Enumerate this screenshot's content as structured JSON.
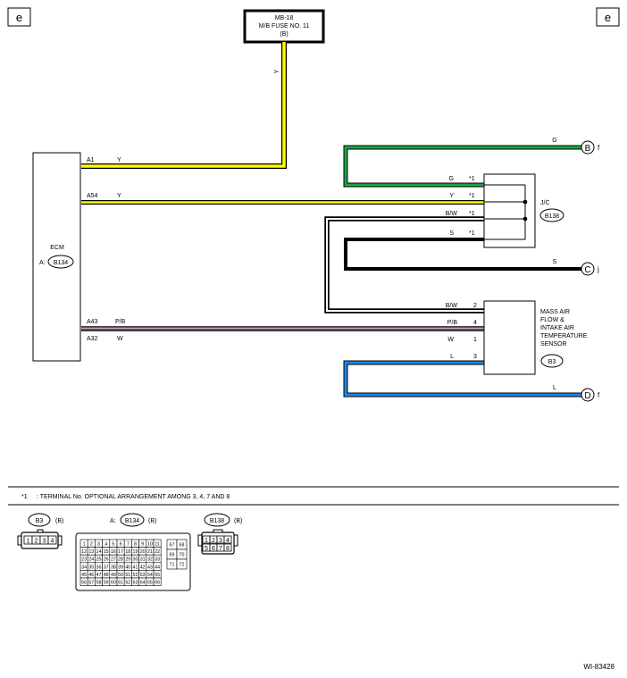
{
  "corner_marks": {
    "left": "e",
    "right": "e"
  },
  "fuse": {
    "line1": "MB-18",
    "line2": "M/B FUSE NO. 11",
    "line3": "(B)",
    "wire_color": "Y"
  },
  "ecm": {
    "label": "ECM",
    "conn_prefix": "A:",
    "conn": "B134"
  },
  "ecm_pins": {
    "a1": "A1",
    "a1_color": "Y",
    "a54": "A54",
    "a54_color": "Y",
    "a43": "A43",
    "a43_color": "P/B",
    "a32": "A32",
    "a32_color": "W"
  },
  "jc": {
    "label": "J/C",
    "conn": "B138",
    "rows": [
      {
        "color": "G",
        "term": "*1"
      },
      {
        "color": "Y",
        "term": "*1"
      },
      {
        "color": "B/W",
        "term": "*1"
      },
      {
        "color": "S",
        "term": "*1"
      }
    ]
  },
  "offpage": [
    {
      "letter": "B",
      "page": "f",
      "color": "G"
    },
    {
      "letter": "C",
      "page": "j",
      "color": "S"
    },
    {
      "letter": "D",
      "page": "f",
      "color": "L"
    }
  ],
  "sensor": {
    "line1": "MASS AIR",
    "line2": "FLOW &",
    "line3": "INTAKE AIR",
    "line4": "TEMPERATURE",
    "line5": "SENSOR",
    "conn": "B3",
    "pins": [
      {
        "color": "B/W",
        "pin": "2"
      },
      {
        "color": "P/B",
        "pin": "4"
      },
      {
        "color": "W",
        "pin": "1"
      },
      {
        "color": "L",
        "pin": "3"
      }
    ]
  },
  "footnote": {
    "mark": "*1",
    "text": ": TERMINAL No. OPTIONAL ARRANGEMENT AMONG 3, 4, 7 AND 8"
  },
  "connectors": {
    "b3": {
      "name": "B3",
      "suffix": "(B)",
      "pins": [
        "1",
        "2",
        "3",
        "4"
      ]
    },
    "b134": {
      "prefix": "A:",
      "name": "B134",
      "suffix": "(B)",
      "rows": [
        [
          "1",
          "2",
          "3",
          "4",
          "5",
          "6",
          "7",
          "8",
          "9",
          "10",
          "11"
        ],
        [
          "12",
          "13",
          "14",
          "15",
          "16",
          "17",
          "18",
          "19",
          "20",
          "21",
          "22"
        ],
        [
          "23",
          "24",
          "25",
          "26",
          "27",
          "28",
          "29",
          "30",
          "31",
          "32",
          "33"
        ],
        [
          "34",
          "35",
          "36",
          "37",
          "38",
          "39",
          "40",
          "41",
          "42",
          "43",
          "44"
        ],
        [
          "45",
          "46",
          "47",
          "48",
          "49",
          "50",
          "51",
          "52",
          "53",
          "54",
          "55"
        ],
        [
          "56",
          "57",
          "58",
          "59",
          "60",
          "61",
          "62",
          "63",
          "64",
          "65",
          "66"
        ]
      ],
      "side": [
        [
          "67",
          "68"
        ],
        [
          "69",
          "70"
        ],
        [
          "71",
          "72"
        ]
      ]
    },
    "b138": {
      "name": "B138",
      "suffix": "(B)",
      "pins": [
        "1",
        "2",
        "3",
        "4",
        "5",
        "6",
        "7",
        "8"
      ]
    }
  },
  "code": "WI-83428",
  "colors": {
    "yellow": "#ffff00",
    "green": "#1aa64a",
    "blue": "#1e88e5",
    "pink": "#d9a0c8",
    "black": "#000000"
  }
}
